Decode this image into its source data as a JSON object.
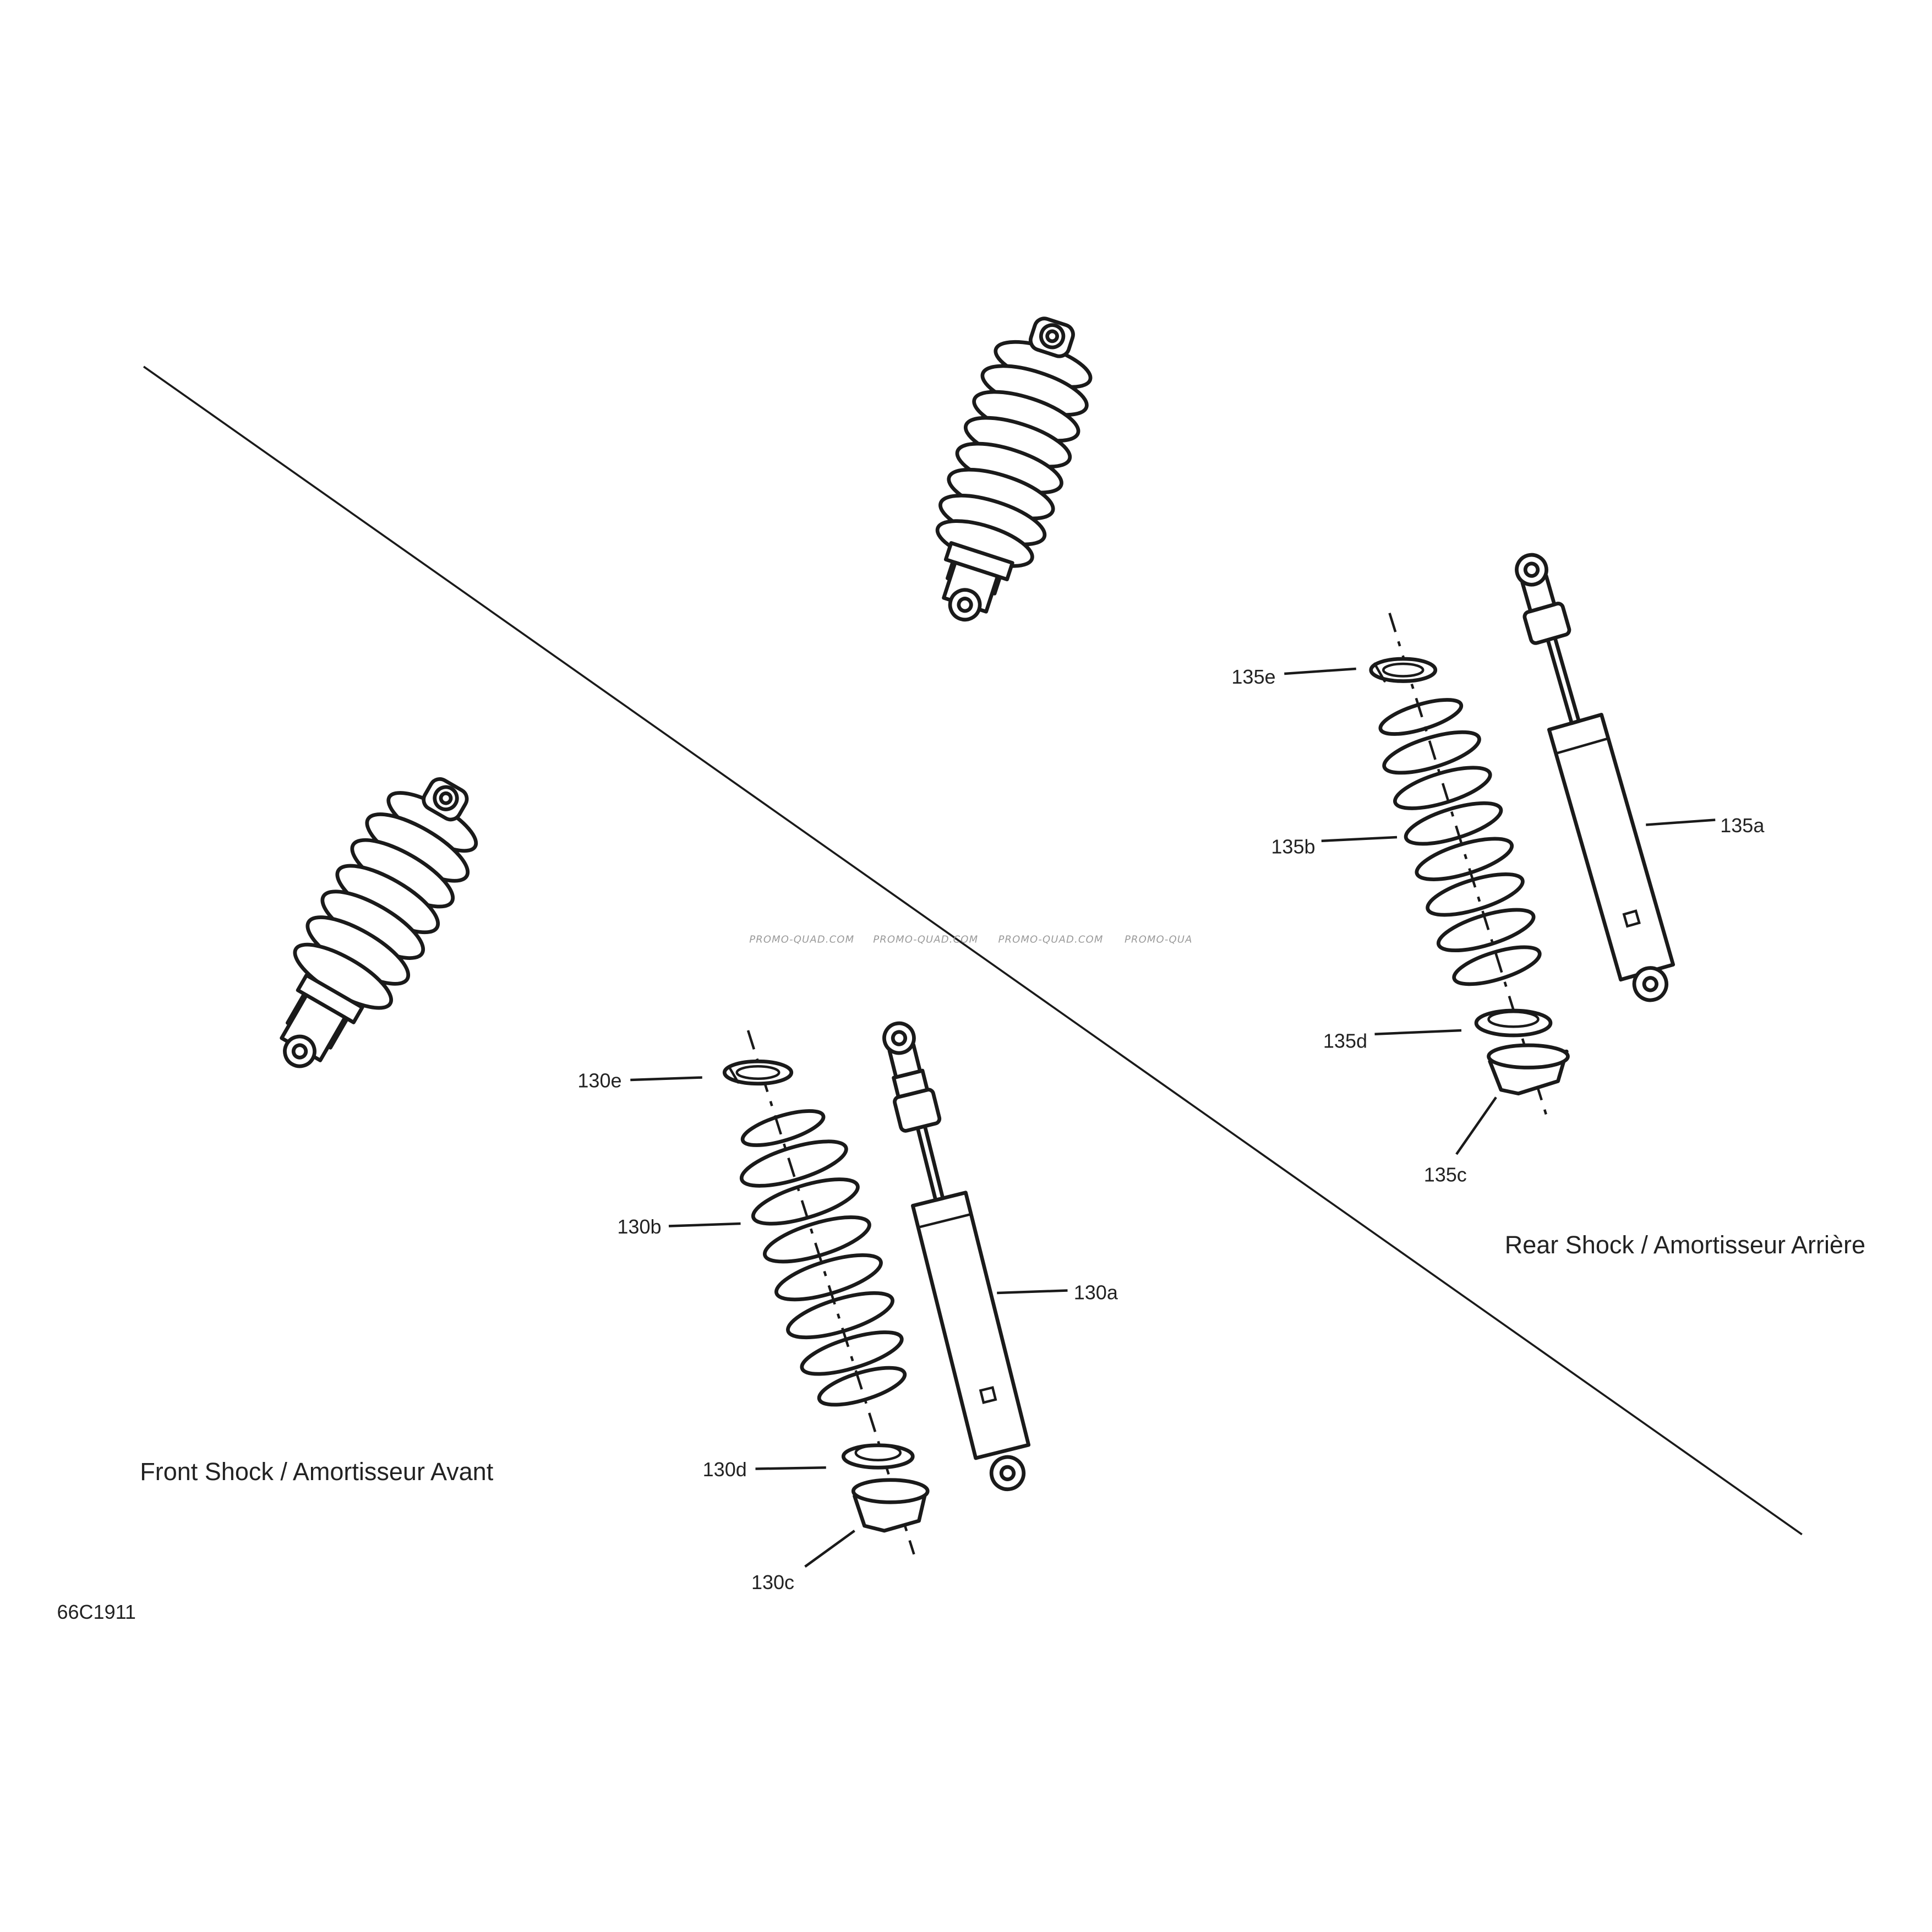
{
  "diagram": {
    "drawing_code": "66C1911",
    "front_title": "Front Shock / Amortisseur Avant",
    "rear_title": "Rear Shock / Amortisseur Arrière",
    "watermark": [
      "PROMO-QUAD.COM",
      "PROMO-QUAD.COM",
      "PROMO-QUAD.COM",
      "PROMO-QUA"
    ],
    "front_callouts": {
      "a": "130a",
      "b": "130b",
      "c": "130c",
      "d": "130d",
      "e": "130e"
    },
    "rear_callouts": {
      "a": "135a",
      "b": "135b",
      "c": "135c",
      "d": "135d",
      "e": "135e"
    }
  }
}
